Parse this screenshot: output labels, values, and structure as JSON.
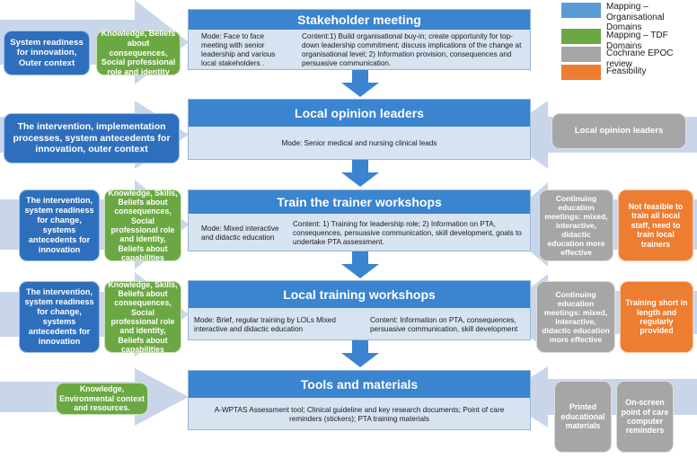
{
  "colors": {
    "organisational": "#2e6fbd",
    "tdf": "#6ba843",
    "epoc": "#a6a6a6",
    "feasibility": "#ed7d31",
    "stage_header": "#3a84d0",
    "stage_body": "#d7e3f1",
    "arrow": "#c9d6ea",
    "down_arrow": "#3a84d0"
  },
  "legend": [
    {
      "color": "organisational",
      "label": "Mapping – Organisational Domains"
    },
    {
      "color": "tdf",
      "label": "Mapping – TDF Domains"
    },
    {
      "color": "epoc",
      "label": "Cochrane EPOC review"
    },
    {
      "color": "feasibility",
      "label": "Feasibility"
    }
  ],
  "stages": [
    {
      "title": "Stakeholder meeting",
      "mode": "Mode: Face to face meeting with senior leadership and various local stakeholders .",
      "content": "Content:1) Build organisational buy-in; create opportunity for top-down leadership commitment; discuss implications of the change at organisational level; 2) Information provision, consequences and persuasive communication.",
      "left_blue": "System readiness for innovation, Outer context",
      "left_green": "Knowledge, Beliefs about consequences, Social professional role and identity"
    },
    {
      "title": "Local opinion leaders",
      "mode": "Mode: Senior medical and nursing clinical leads",
      "left_blue": "The intervention, implementation processes, system antecedents for innovation, outer context",
      "right_grey": "Local opinion leaders"
    },
    {
      "title": "Train the trainer workshops",
      "mode": "Mode: Mixed interactive and didactic education",
      "content": "Content: 1) Training for leadership role; 2) Information on PTA, consequences, persuasive communication, skill development, goals to undertake PTA assessment.",
      "left_blue": "The intervention, system readiness for change, systems antecedents for innovation",
      "left_green": "Knowledge, Skills, Beliefs about consequences, Social professional role and identity, Beliefs about capabilities",
      "right_grey": "Continuing education meetings: mixed, interactive, didactic education more effective",
      "right_orange": "Not feasible to train all local staff, need to train local trainers"
    },
    {
      "title": "Local training workshops",
      "mode": "Mode: Brief, regular training by LOLs Mixed interactive and didactic education",
      "content": "Content: Information on PTA, consequences, persuasive communication, skill development",
      "left_blue": "The intervention, system readiness for change, systems antecedents for innovation",
      "left_green": "Knowledge, Skills, Beliefs about consequences, Social professional role and identity, Beliefs about capabilities",
      "right_grey": "Continuing education meetings: mixed, interactive, didactic education more effective",
      "right_orange": "Training short in length and regularly provided"
    },
    {
      "title": "Tools and materials",
      "mode": "A-WPTAS Assessment tool; Clinical guideline and key research documents; Point of care reminders (stickers); PTA training materials",
      "left_green": "Knowledge, Environmental context and resources.",
      "right_grey": "Printed educational materials",
      "right_grey2": "On-screen point of care computer reminders"
    }
  ]
}
